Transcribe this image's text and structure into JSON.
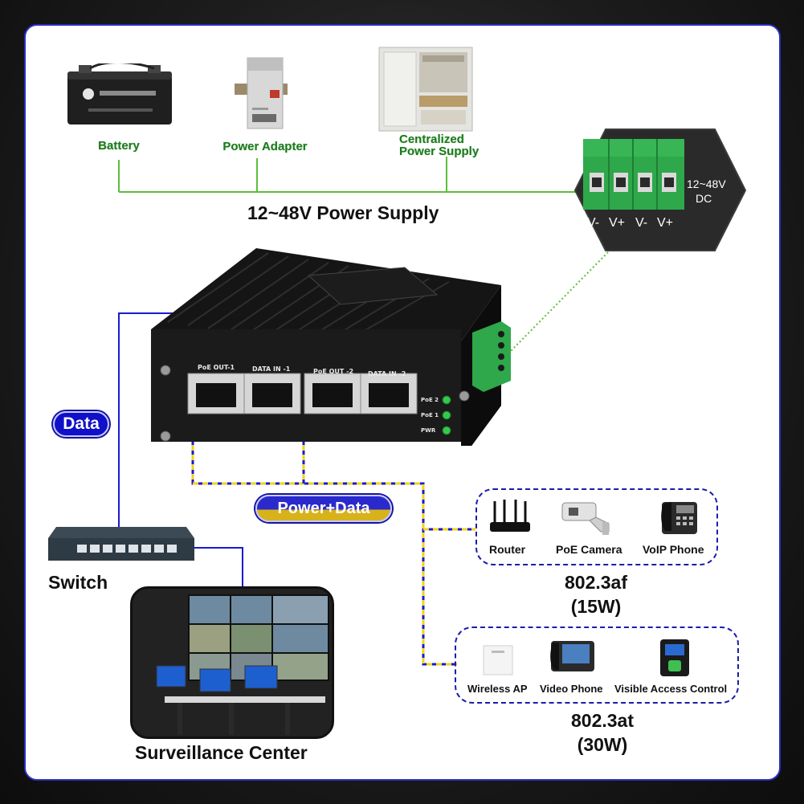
{
  "power_sources": [
    {
      "label": "Battery",
      "icon": "battery-icon"
    },
    {
      "label": "Power Adapter",
      "icon": "din-power-adapter-icon"
    },
    {
      "label": "Centralized\nPower Supply",
      "icon": "power-supply-box-icon"
    }
  ],
  "power_supply_title": "12~48V Power Supply",
  "terminal": {
    "voltage": "12~48V",
    "unit": "DC",
    "pins": [
      "V-",
      "V+",
      "V-",
      "V+"
    ]
  },
  "device": {
    "ports": [
      "PoE OUT-1",
      "DATA IN -1",
      "PoE OUT -2",
      "DATA IN -2"
    ],
    "leds": [
      "PoE 2",
      "PoE 1",
      "PWR"
    ]
  },
  "badges": {
    "data": "Data",
    "power_data": "Power+Data"
  },
  "switch_label": "Switch",
  "center_label": "Surveillance Center",
  "af_group": {
    "devices": [
      "Router",
      "PoE Camera",
      "VoIP Phone"
    ],
    "standard": "802.3af",
    "power": "(15W)"
  },
  "at_group": {
    "devices": [
      "Wireless AP",
      "Video Phone",
      "Visible Access Control"
    ],
    "standard": "802.3at",
    "power": "(30W)"
  },
  "colors": {
    "frame_border": "#2b2fbf",
    "data_line": "#1a1ad0",
    "power_data_line": "#f2d21a",
    "power_line": "#5bbf3a",
    "terminal_green": "#2ea84a"
  }
}
